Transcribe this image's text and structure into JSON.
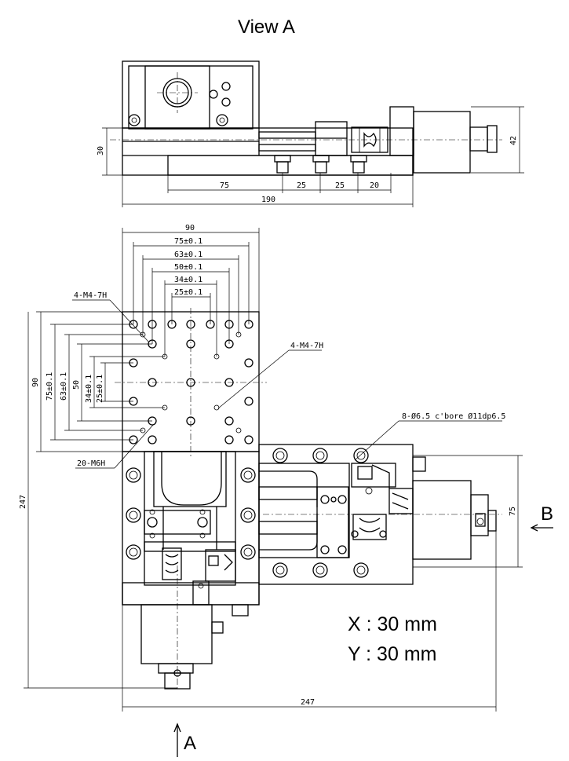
{
  "titles": {
    "view_a": "View A",
    "arrow_a": "A",
    "arrow_b": "B"
  },
  "specs": {
    "x_travel": "X : 30 mm",
    "y_travel": "Y : 30 mm"
  },
  "top_view_dims": {
    "d75": "75",
    "d25a": "25",
    "d25b": "25",
    "d20": "20",
    "d190": "190",
    "d30": "30",
    "d42": "42"
  },
  "plan_view_dims": {
    "d90_top": "90",
    "d75": "75±0.1",
    "d63": "63±0.1",
    "d50": "50±0.1",
    "d34": "34±0.1",
    "d25": "25±0.1",
    "d90_left": "90",
    "d75v": "75±0.1",
    "d63v": "63±0.1",
    "d50v": "50",
    "d34v": "34±0.1",
    "d25v": "25±0.1",
    "d247_left": "247",
    "d247_bottom": "247",
    "d75_right": "75"
  },
  "callouts": {
    "m4_left": "4-M4-7H",
    "m4_right": "4-M4-7H",
    "m6": "20-M6H",
    "cbore": "8-Ø6.5 c'bore Ø11dp6.5"
  }
}
